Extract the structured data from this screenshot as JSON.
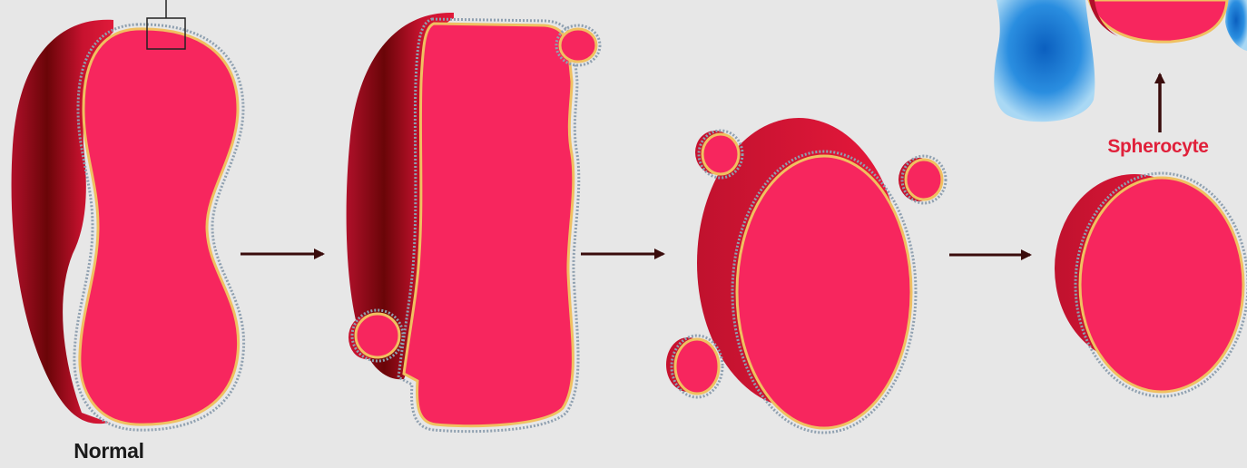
{
  "labels": {
    "normal": "Normal",
    "spherocyte": "Spherocyte"
  },
  "colors": {
    "background": "#e7e7e7",
    "cell_face": "#f7265e",
    "cell_side": "#cf1033",
    "cell_shadow": "#5a0406",
    "membrane_outer": "#8fa0b0",
    "membrane_inner": "#f0c060",
    "arrow": "#3a0c0c",
    "spherocyte_label": "#e0203a",
    "macrophage": "#1a74c8"
  },
  "stages": [
    {
      "id": "normal-cell"
    },
    {
      "id": "budding-cell"
    },
    {
      "id": "vesiculating-cell"
    },
    {
      "id": "spherocyte-cell"
    }
  ]
}
